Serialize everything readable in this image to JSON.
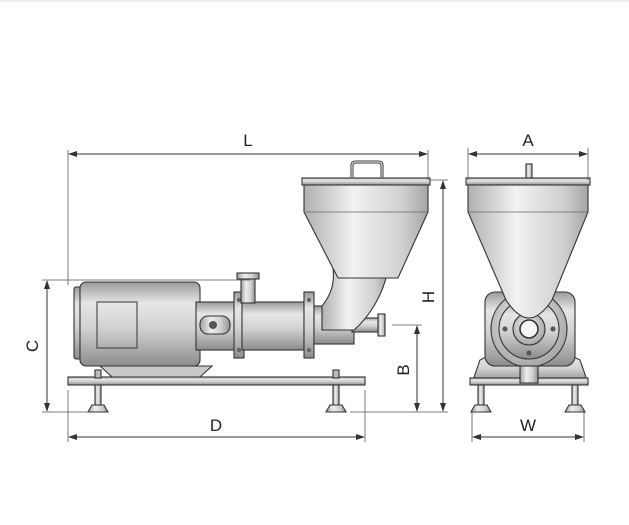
{
  "diagram": {
    "dimension_labels": {
      "L": "L",
      "A": "A",
      "C": "C",
      "H": "H",
      "B": "B",
      "D": "D",
      "W": "W"
    },
    "colors": {
      "line": "#333333",
      "metal_light": "#eeeeee",
      "metal_mid": "#c8c8c8",
      "metal_dark": "#8a8a8a"
    }
  }
}
